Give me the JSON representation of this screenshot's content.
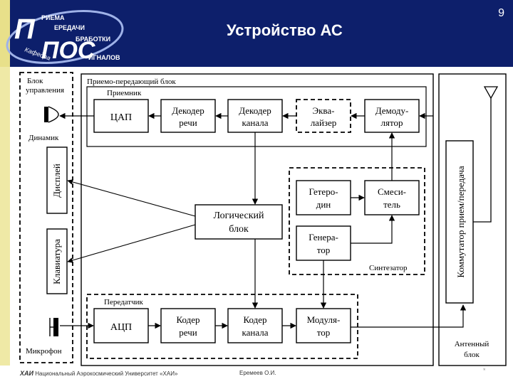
{
  "slide": {
    "title": "Устройство АС",
    "page_number": "9"
  },
  "logo": {
    "big_p": "П",
    "big_pos": "ПОС",
    "words": [
      "РИЕМА",
      "ЕРЕДАЧИ",
      "БРАБОТКИ",
      "ИГНАЛОВ",
      "Кафедра"
    ]
  },
  "footer": {
    "university": "Национальный Аэрокосмический Университет «ХАИ»",
    "author": "Еремеев О.И.",
    "mark": "*"
  },
  "diagram": {
    "control_block": {
      "title_line1": "Блок",
      "title_line2": "управления"
    },
    "speaker_label": "Динамик",
    "display_label": "Дисплей",
    "keyboard_label": "Клавиатура",
    "microphone_label": "Микрофон",
    "transceiver": {
      "title": "Приемо-передающий блок"
    },
    "receiver": {
      "title": "Приемник",
      "dac": "ЦАП",
      "speech_decoder": [
        "Декодер",
        "речи"
      ],
      "channel_decoder": [
        "Декодер",
        "канала"
      ],
      "equalizer": [
        "Эква-",
        "лайзер"
      ],
      "demodulator": [
        "Демоду-",
        "лятор"
      ]
    },
    "synthesizer": {
      "title": "Синтезатор",
      "heterodyne": [
        "Гетеро-",
        "дин"
      ],
      "mixer": [
        "Смеси-",
        "тель"
      ],
      "generator": [
        "Генера-",
        "тор"
      ]
    },
    "logic_block": [
      "Логический",
      "блок"
    ],
    "transmitter": {
      "title": "Передатчик",
      "adc": "АЦП",
      "speech_coder": [
        "Кодер",
        "речи"
      ],
      "channel_coder": [
        "Кодер",
        "канала"
      ],
      "modulator": [
        "Модуля-",
        "тор"
      ]
    },
    "antenna_block": {
      "switch_label": "Коммутатор прием/передача",
      "title": [
        "Антенный",
        "блок"
      ]
    }
  }
}
